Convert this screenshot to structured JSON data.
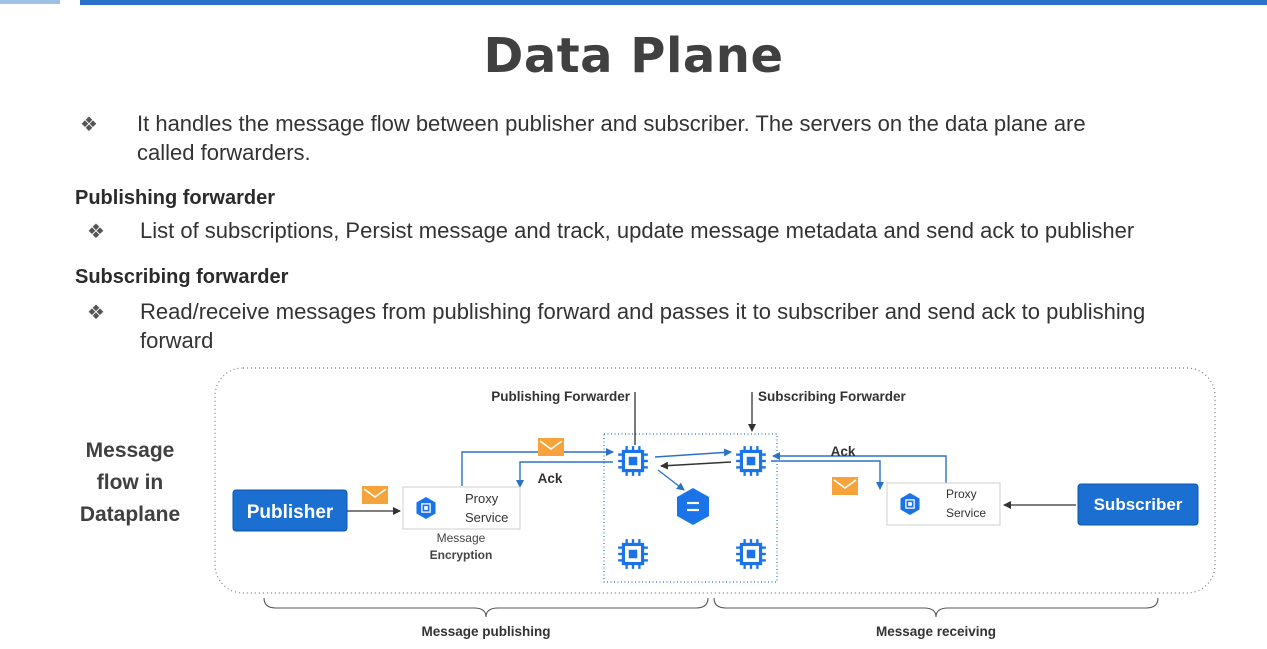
{
  "header": {
    "title": "Data Plane"
  },
  "intro": {
    "line1": "It handles the message flow between publisher and subscriber. The servers on the data plane are",
    "line2": "called forwarders."
  },
  "sections": [
    {
      "heading": "Publishing forwarder",
      "line1": "List of subscriptions, Persist message and track, update message metadata and send ack to publisher"
    },
    {
      "heading": "Subscribing forwarder",
      "line1": "Read/receive messages from publishing forward and passes it to subscriber and send ack to publishing",
      "line2": "forward"
    }
  ],
  "diagram": {
    "side_label_lines": [
      "Message",
      "flow in",
      "Dataplane"
    ],
    "publisher": "Publisher",
    "subscriber": "Subscriber",
    "proxy_left": [
      "Proxy",
      "Service"
    ],
    "proxy_right": [
      "Proxy",
      "Service"
    ],
    "encryption": [
      "Message",
      "Encryption"
    ],
    "publishing_forwarder": "Publishing Forwarder",
    "subscribing_forwarder": "Subscribing Forwarder",
    "ack_left": "Ack",
    "ack_right": "Ack",
    "phase_publishing": "Message publishing",
    "phase_receiving": "Message receiving",
    "colors": {
      "accent": "#2a72c7",
      "node": "#1a73e8",
      "envelope": "#f5a33a",
      "box_border": "#c8c8c8"
    }
  }
}
